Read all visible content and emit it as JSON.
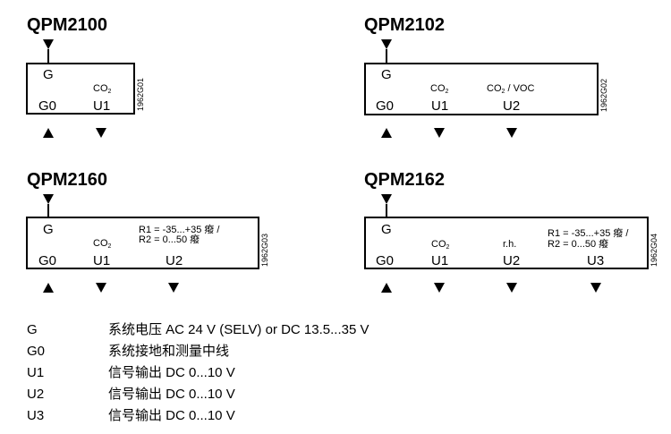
{
  "devices": [
    {
      "title": "QPM2100",
      "code": "1962G01",
      "g": "G",
      "terminals": [
        {
          "name": "G0",
          "arrow": "up"
        },
        {
          "name": "U1",
          "arrow": "down",
          "top": "CO",
          "top_sub": "2"
        }
      ]
    },
    {
      "title": "QPM2102",
      "code": "1962G02",
      "g": "G",
      "terminals": [
        {
          "name": "G0",
          "arrow": "up"
        },
        {
          "name": "U1",
          "arrow": "down",
          "top": "CO",
          "top_sub": "2"
        },
        {
          "name": "U2",
          "arrow": "down",
          "top": "CO",
          "top_sub": "2",
          "top_suffix": " / VOC"
        }
      ]
    },
    {
      "title": "QPM2160",
      "code": "1962G03",
      "g": "G",
      "range_r1": "R1 = -35...+35 癈  /",
      "range_r2": "R2 = 0...50 癈",
      "terminals": [
        {
          "name": "G0",
          "arrow": "up"
        },
        {
          "name": "U1",
          "arrow": "down",
          "top": "CO",
          "top_sub": "2"
        },
        {
          "name": "U2",
          "arrow": "down"
        }
      ]
    },
    {
      "title": "QPM2162",
      "code": "1962G04",
      "g": "G",
      "range_r1": "R1 = -35...+35 癈  /",
      "range_r2": "R2 = 0...50 癈",
      "terminals": [
        {
          "name": "G0",
          "arrow": "up"
        },
        {
          "name": "U1",
          "arrow": "down",
          "top": "CO",
          "top_sub": "2"
        },
        {
          "name": "U2",
          "arrow": "down",
          "top": "r.h."
        },
        {
          "name": "U3",
          "arrow": "down"
        }
      ]
    }
  ],
  "legend": [
    {
      "term": "G",
      "desc": "系统电压 AC 24 V (SELV) or DC 13.5...35 V"
    },
    {
      "term": "G0",
      "desc": "系统接地和测量中线"
    },
    {
      "term": "U1",
      "desc": "信号输出 DC 0...10 V"
    },
    {
      "term": "U2",
      "desc": "信号输出 DC 0...10 V"
    },
    {
      "term": "U3",
      "desc": "信号输出 DC 0...10 V"
    }
  ]
}
